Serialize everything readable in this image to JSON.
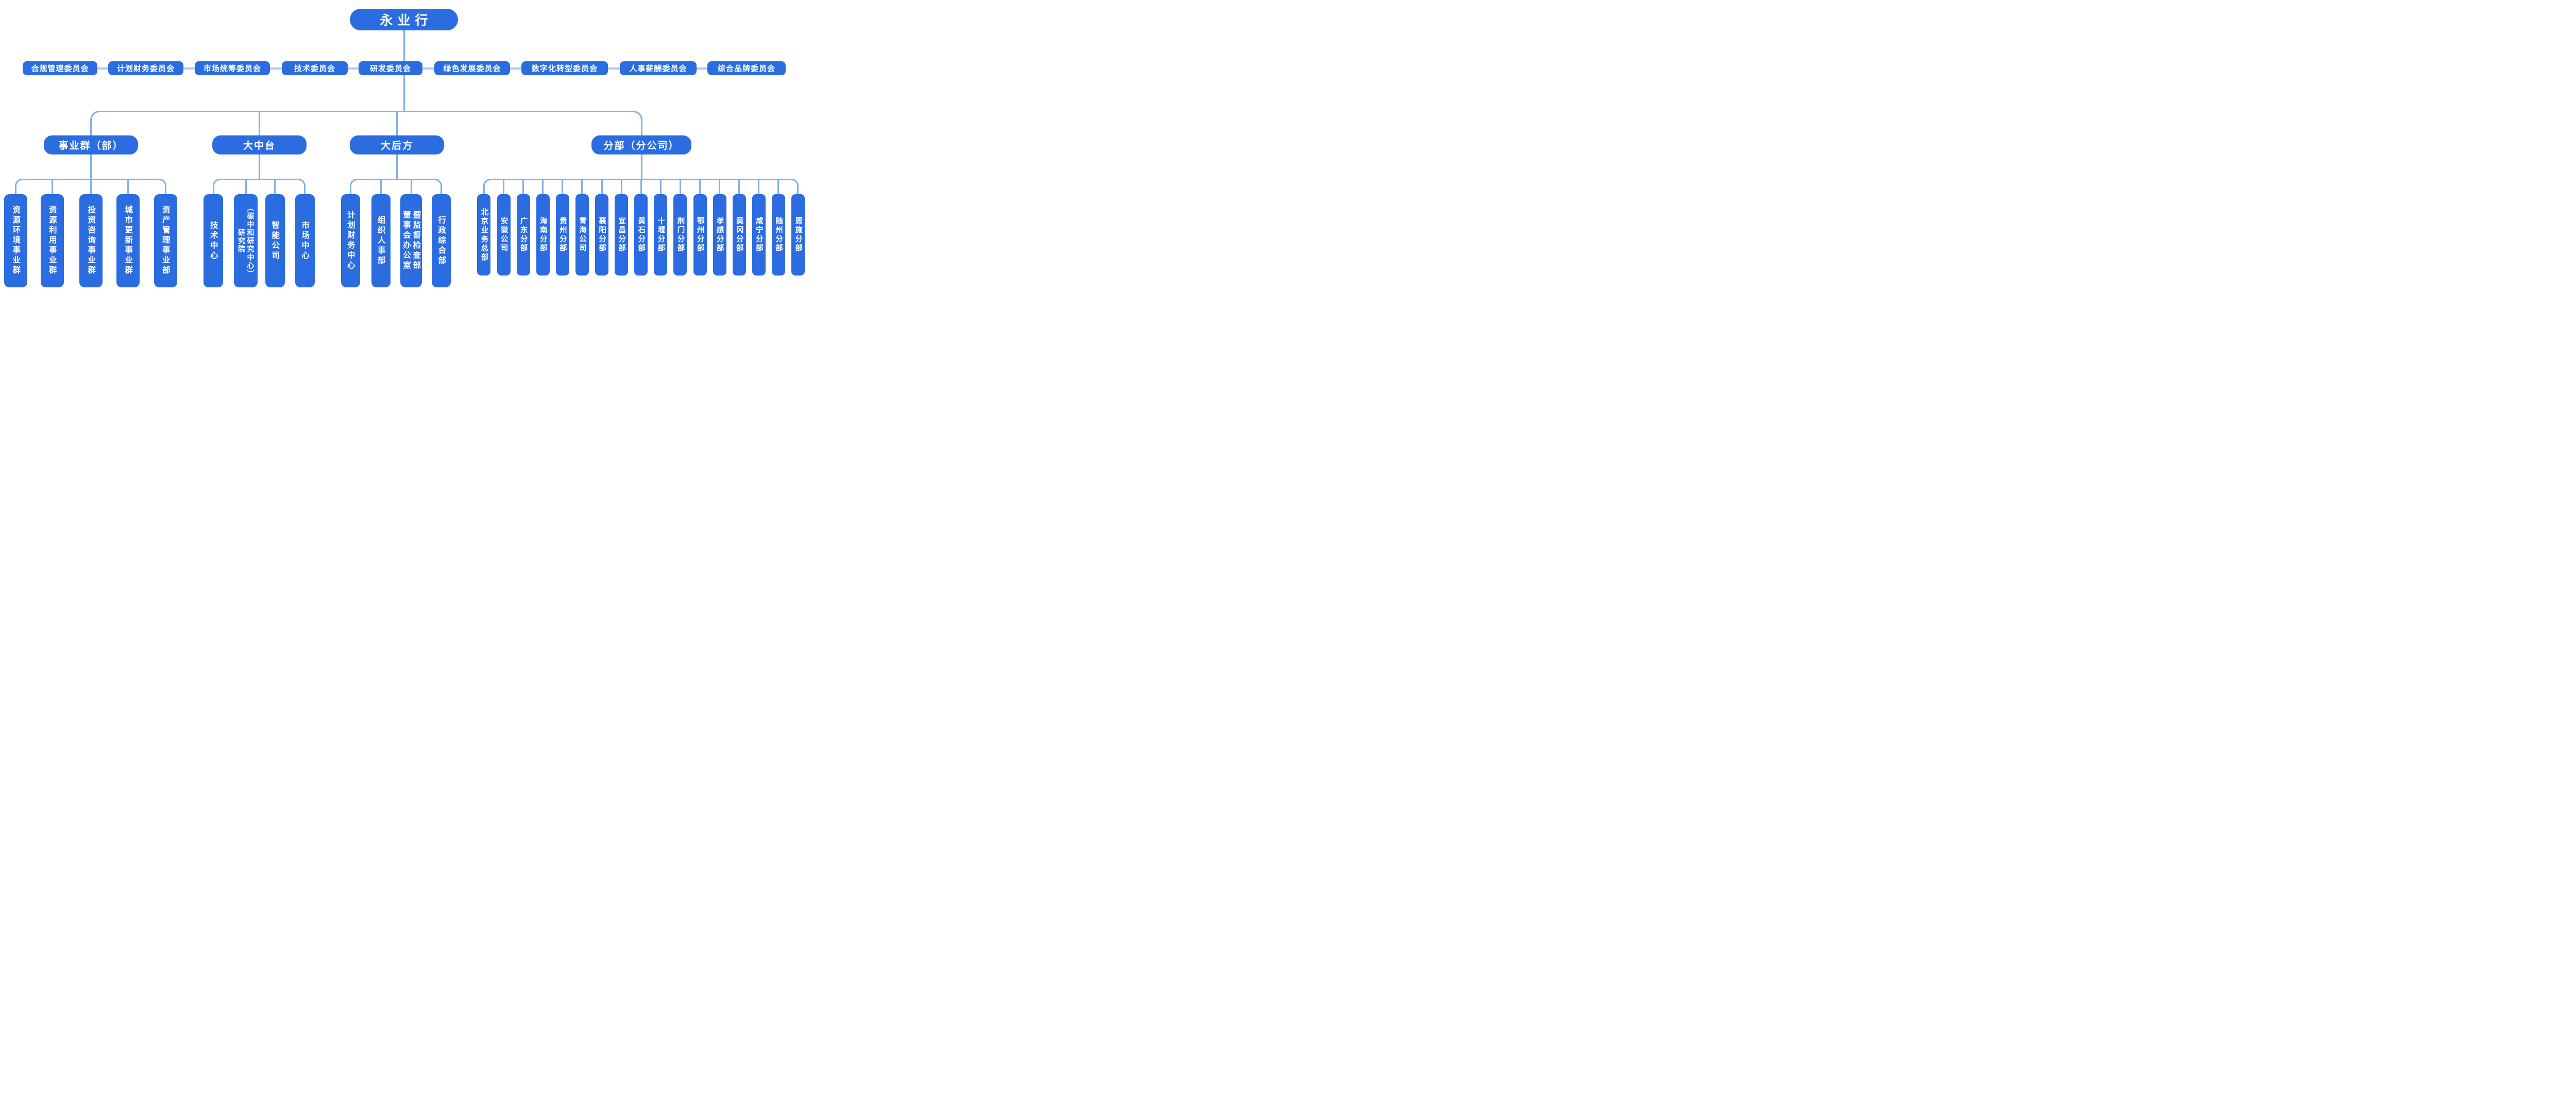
{
  "root": {
    "label": "永业行"
  },
  "committees": [
    {
      "label": "合规管理委员会"
    },
    {
      "label": "计划财务委员会"
    },
    {
      "label": "市场统筹委员会"
    },
    {
      "label": "技术委员会"
    },
    {
      "label": "研发委员会"
    },
    {
      "label": "绿色发展委员会"
    },
    {
      "label": "数字化转型委员会"
    },
    {
      "label": "人事薪酬委员会"
    },
    {
      "label": "综合品牌委员会"
    }
  ],
  "divisions": [
    {
      "label": "事业群（部）",
      "children": [
        {
          "label": "资源环境事业群"
        },
        {
          "label": "资源利用事业群"
        },
        {
          "label": "投资咨询事业群"
        },
        {
          "label": "城市更新事业群"
        },
        {
          "label": "资产管理事业部"
        }
      ]
    },
    {
      "label": "大中台",
      "children": [
        {
          "label": "技术中心"
        },
        {
          "label": "研究院\n（碳中和研究中心）"
        },
        {
          "label": "智能公司"
        },
        {
          "label": "市场中心"
        }
      ]
    },
    {
      "label": "大后方",
      "children": [
        {
          "label": "计划财务中心"
        },
        {
          "label": "组织人事部"
        },
        {
          "label": "董事会办公室\n暨监督检查部"
        },
        {
          "label": "行政综合部"
        }
      ]
    },
    {
      "label": "分部（分公司）",
      "children": [
        {
          "label": "北京业务总部"
        },
        {
          "label": "安徽公司"
        },
        {
          "label": "广东分部"
        },
        {
          "label": "海南分部"
        },
        {
          "label": "贵州分部"
        },
        {
          "label": "青海公司"
        },
        {
          "label": "襄阳分部"
        },
        {
          "label": "宜昌分部"
        },
        {
          "label": "黄石分部"
        },
        {
          "label": "十堰分部"
        },
        {
          "label": "荆门分部"
        },
        {
          "label": "鄂州分部"
        },
        {
          "label": "孝感分部"
        },
        {
          "label": "黄冈分部"
        },
        {
          "label": "咸宁分部"
        },
        {
          "label": "随州分部"
        },
        {
          "label": "恩施分部"
        }
      ]
    }
  ],
  "colors": {
    "node": "#2B6DE1",
    "connector": "#7FB0EA",
    "connector_light": "#A6C9F1",
    "text": "#FFFFFF",
    "background": "#FFFFFF"
  }
}
